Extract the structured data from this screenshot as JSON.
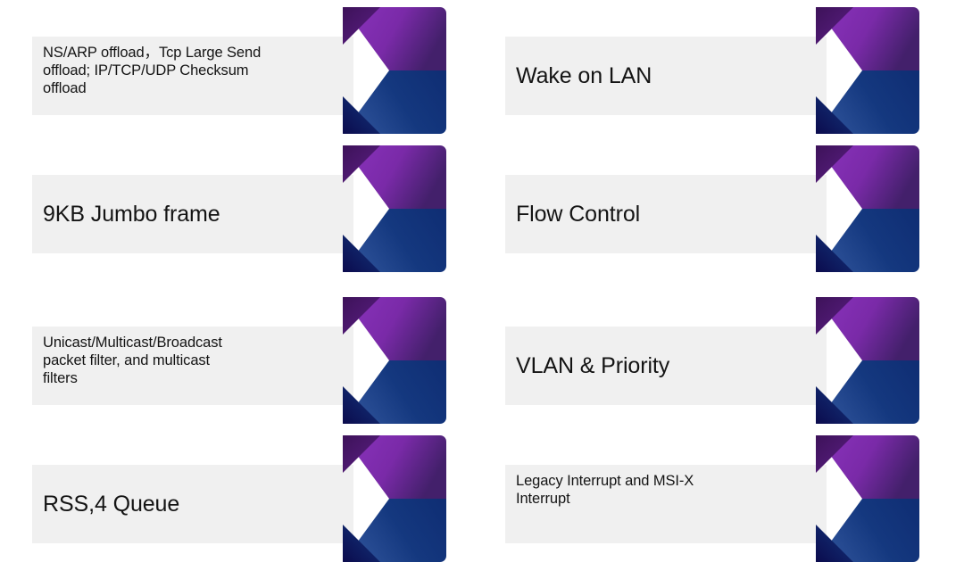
{
  "slide": {
    "background_color": "#ffffff",
    "plate_color": "#f0f0f0",
    "text_color": "#141414"
  },
  "palette": {
    "purple_light": "#8a33bd",
    "purple_mid": "#7a2aa8",
    "purple_dark": "#5c1f85",
    "purple_corner": "#3d1259",
    "purple_tip": "#43206b",
    "blue_light": "#2b4f96",
    "blue_mid": "#14387f",
    "blue_dark": "#0f2d73",
    "blue_corner": "#0b0b4d"
  },
  "columns": [
    {
      "name": "left-column",
      "items": [
        {
          "id": "ns-arp-offload",
          "text": "NS/ARP offload，Tcp Large Send\noffload; IP/TCP/UDP Checksum\noffload",
          "size": "small",
          "align": "top"
        },
        {
          "id": "jumbo-frame",
          "text": "9KB Jumbo frame",
          "size": "large",
          "align": "center"
        },
        {
          "id": "packet-filter",
          "text": "Unicast/Multicast/Broadcast\npacket filter, and multicast\nfilters",
          "size": "small",
          "align": "top"
        },
        {
          "id": "rss-queue",
          "text": "RSS,4 Queue",
          "size": "large",
          "align": "center"
        }
      ]
    },
    {
      "name": "right-column",
      "items": [
        {
          "id": "wake-on-lan",
          "text": "Wake on LAN",
          "size": "large",
          "align": "center"
        },
        {
          "id": "flow-control",
          "text": "Flow Control",
          "size": "large",
          "align": "center"
        },
        {
          "id": "vlan-priority",
          "text": "VLAN & Priority",
          "size": "large",
          "align": "center"
        },
        {
          "id": "interrupts",
          "text": "Legacy Interrupt and MSI-X\nInterrupt",
          "size": "small",
          "align": "top"
        }
      ]
    }
  ]
}
